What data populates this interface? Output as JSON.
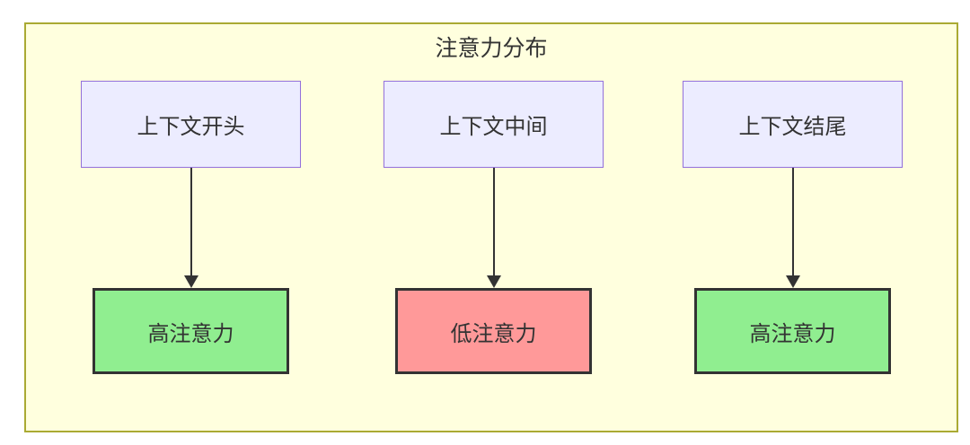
{
  "diagram": {
    "title": "注意力分布",
    "columns": [
      {
        "source_label": "上下文开头",
        "target_label": "高注意力",
        "attention": "high"
      },
      {
        "source_label": "上下文中间",
        "target_label": "低注意力",
        "attention": "low"
      },
      {
        "source_label": "上下文结尾",
        "target_label": "高注意力",
        "attention": "high"
      }
    ],
    "colors": {
      "page_bg": "#ffffff",
      "container_fill": "#ffffde",
      "container_border": "#aaaa33",
      "source_fill": "#ececff",
      "source_border": "#9370db",
      "high_fill": "#90ee90",
      "low_fill": "#ff9999",
      "result_border": "#333333",
      "arrow_color": "#333333",
      "text_color": "#333333"
    }
  }
}
